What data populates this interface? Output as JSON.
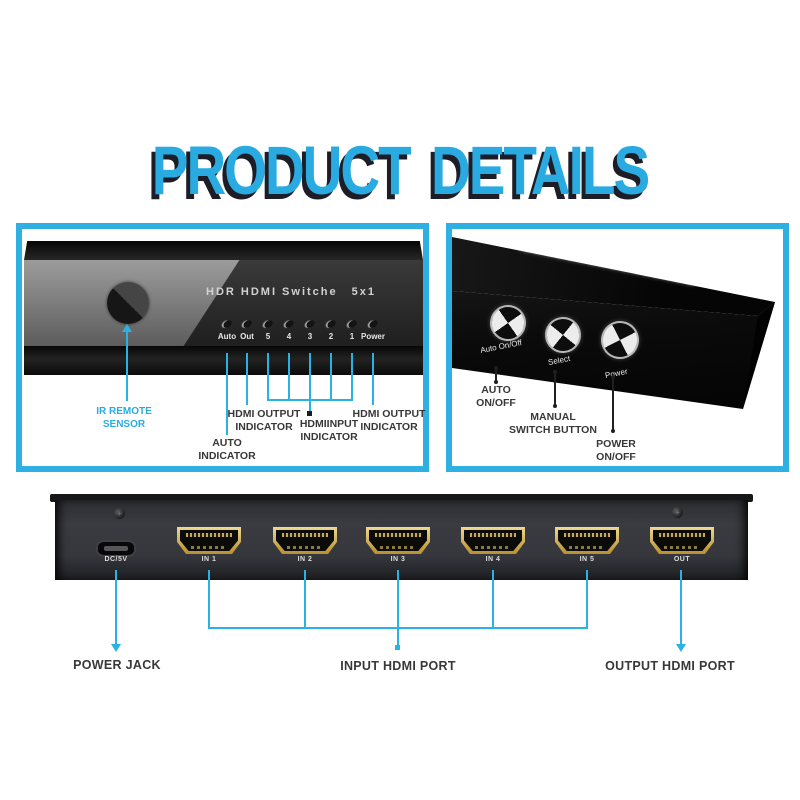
{
  "colors": {
    "accent": "#29ABE2",
    "callout_line": "#2BB2E4",
    "callout_text": "#383838",
    "hdmi_gold": "#C9A43C"
  },
  "title": "PRODUCT DETAILS",
  "front_panel": {
    "name_label": "HDR HDMI Switche",
    "matrix_label": "5x1",
    "led_labels": [
      "Auto",
      "Out",
      "5",
      "4",
      "3",
      "2",
      "1",
      "Power"
    ],
    "callout_ir": {
      "line1": "IR REMOTE",
      "line2": "SENSOR"
    },
    "callout_auto": {
      "line1": "AUTO",
      "line2": "INDICATOR"
    },
    "callout_out": {
      "line1": "HDMI OUTPUT",
      "line2": "INDICATOR"
    },
    "callout_input": {
      "line1": "HDMIINPUT",
      "line2": "INDICATOR"
    },
    "callout_power": {
      "line1": "HDMI OUTPUT",
      "line2": "INDICATOR"
    }
  },
  "top_panel": {
    "button_labels": [
      "Auto On/Off",
      "Select",
      "Power"
    ],
    "callout_auto": {
      "line1": "AUTO",
      "line2": "ON/OFF"
    },
    "callout_select": {
      "line1": "MANUAL",
      "line2": "SWITCH BUTTON"
    },
    "callout_power": {
      "line1": "POWER",
      "line2": "ON/OFF"
    }
  },
  "rear_panel": {
    "port_labels": [
      "DC/5V",
      "IN 1",
      "IN 2",
      "IN 3",
      "IN 4",
      "IN 5",
      "OUT"
    ],
    "callout_power_jack": "POWER JACK",
    "callout_input": "INPUT HDMI PORT",
    "callout_output": "OUTPUT HDMI PORT"
  }
}
